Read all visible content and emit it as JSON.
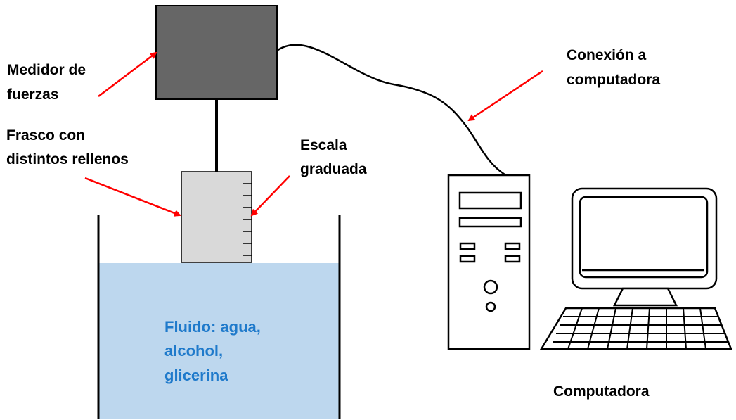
{
  "labels": {
    "force_meter": [
      "Medidor de",
      "fuerzas"
    ],
    "flask": [
      "Frasco con",
      "distintos rellenos"
    ],
    "scale": [
      "Escala",
      "graduada"
    ],
    "connection": [
      "Conexión a",
      "computadora"
    ],
    "fluid": [
      "Fluido: agua,",
      "alcohol,",
      "glicerina"
    ],
    "computer": "Computadora"
  },
  "colors": {
    "meter_fill": "#666666",
    "flask_fill": "#d9d9d9",
    "fluid_fill": "#bdd7ee",
    "arrow": "#ff0000",
    "fluid_text": "#1f7acb"
  }
}
